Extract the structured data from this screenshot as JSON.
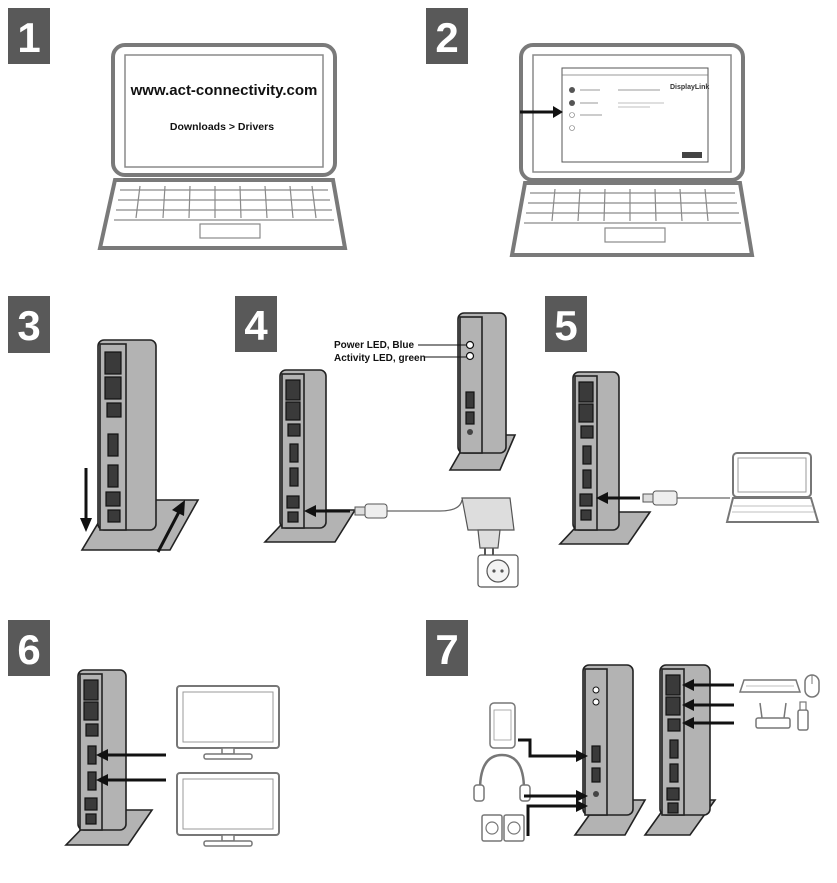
{
  "steps": [
    {
      "number": "1"
    },
    {
      "number": "2"
    },
    {
      "number": "3"
    },
    {
      "number": "4"
    },
    {
      "number": "5"
    },
    {
      "number": "6"
    },
    {
      "number": "7"
    }
  ],
  "step1": {
    "url": "www.act-connectivity.com",
    "path": "Downloads > Drivers"
  },
  "step2": {
    "brand": "DisplayLink"
  },
  "step4": {
    "power_led": "Power LED, Blue",
    "activity_led": "Activity LED, green"
  },
  "colors": {
    "step_box": "#595959",
    "dock": "#b3b3b3",
    "laptop_frame": "#7a7a7a"
  }
}
